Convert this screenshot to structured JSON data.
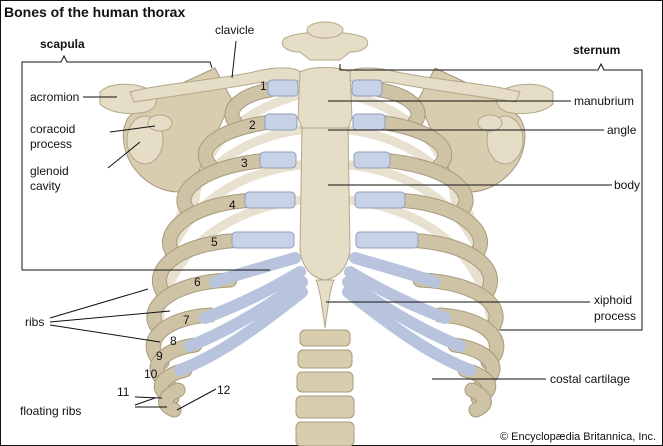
{
  "title": "Bones of the human thorax",
  "labels": {
    "scapula": "scapula",
    "clavicle": "clavicle",
    "sternum": "sternum",
    "acromion": "acromion",
    "coracoid_1": "coracoid",
    "coracoid_2": "process",
    "glenoid_1": "glenoid",
    "glenoid_2": "cavity",
    "manubrium": "manubrium",
    "angle": "angle",
    "body": "body",
    "ribs": "ribs",
    "xiphoid_1": "xiphoid",
    "xiphoid_2": "process",
    "costal_cartilage": "costal cartilage",
    "floating_ribs": "floating ribs"
  },
  "rib_numbers": [
    "1",
    "2",
    "3",
    "4",
    "5",
    "6",
    "7",
    "8",
    "9",
    "10",
    "11",
    "12"
  ],
  "credit": "© Encyclopædia Britannica, Inc.",
  "colors": {
    "bone": "#e6ddc6",
    "cartilage": "#c8d2e6",
    "border": "#111111"
  }
}
